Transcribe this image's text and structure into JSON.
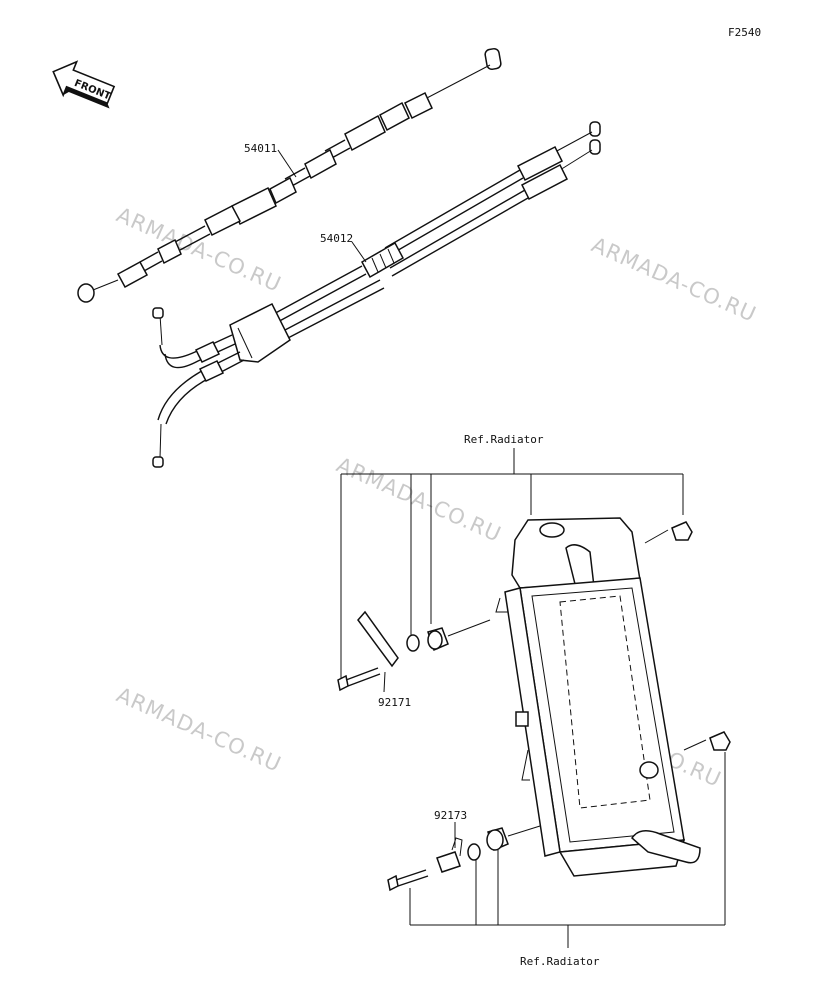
{
  "figure_code": "F2540",
  "front_arrow_text": "FRONT",
  "watermark_text": "ARMADA-CO.RU",
  "parts": {
    "throttle_cable": "54011",
    "throttle_cable_dual": "54012",
    "stay": "92171",
    "clamp": "92173"
  },
  "references": {
    "top": "Ref.Radiator",
    "bottom": "Ref.Radiator"
  }
}
